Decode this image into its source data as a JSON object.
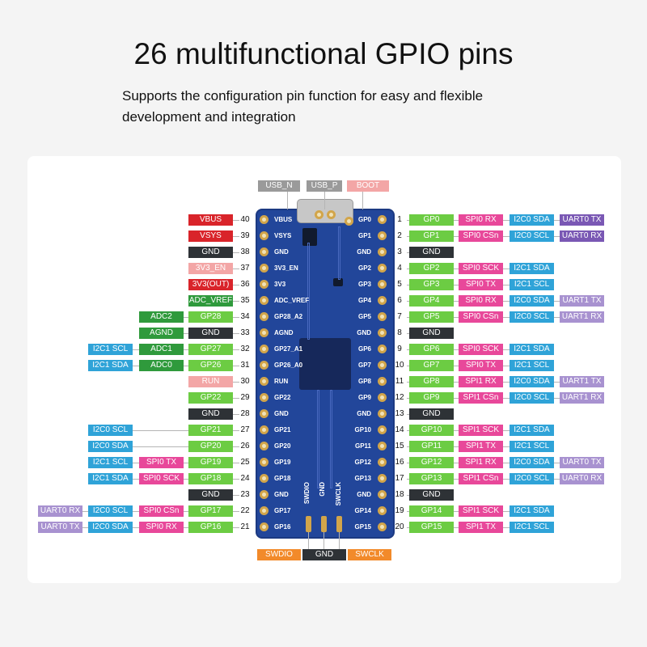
{
  "title": "26 multifunctional GPIO pins",
  "subtitle": "Supports the configuration pin function for easy and flexible development and integration",
  "colors": {
    "power": "#d9242a",
    "power_light": "#f3a6a6",
    "ground": "#2e3236",
    "gpio": "#6ccc43",
    "adc": "#2f9a3c",
    "spi": "#e8489a",
    "i2c": "#2fa3d8",
    "uart": "#7a58b4",
    "uart_light": "#a892d0",
    "debug": "#f28a2a",
    "usb": "#9a9a9a",
    "boot": "#f3a6a6"
  },
  "top_labels": [
    {
      "text": "USB_N",
      "color": "#9a9a9a"
    },
    {
      "text": "USB_P",
      "color": "#9a9a9a"
    },
    {
      "text": "BOOT",
      "color": "#f3a6a6"
    }
  ],
  "bottom_labels": [
    {
      "text": "SWDIO",
      "color": "#f28a2a"
    },
    {
      "text": "GND",
      "color": "#2e3236"
    },
    {
      "text": "SWCLK",
      "color": "#f28a2a"
    }
  ],
  "board_vertical_labels": [
    "SWDIO",
    "GND",
    "SWCLK"
  ],
  "left_pins": [
    {
      "num": "40",
      "silk": "VBUS",
      "tags": [
        {
          "text": "VBUS",
          "color": "#d9242a"
        }
      ]
    },
    {
      "num": "39",
      "silk": "VSYS",
      "tags": [
        {
          "text": "VSYS",
          "color": "#d9242a"
        }
      ]
    },
    {
      "num": "38",
      "silk": "GND",
      "tags": [
        {
          "text": "GND",
          "color": "#2e3236"
        }
      ]
    },
    {
      "num": "37",
      "silk": "3V3_EN",
      "tags": [
        {
          "text": "3V3_EN",
          "color": "#f3a6a6"
        }
      ]
    },
    {
      "num": "36",
      "silk": "3V3",
      "tags": [
        {
          "text": "3V3(OUT)",
          "color": "#d9242a"
        }
      ]
    },
    {
      "num": "35",
      "silk": "ADC_VREF",
      "tags": [
        {
          "text": "ADC_VREF",
          "color": "#2f9a3c"
        }
      ]
    },
    {
      "num": "34",
      "silk": "GP28_A2",
      "tags": [
        {
          "text": "GP28",
          "color": "#6ccc43"
        },
        {
          "text": "ADC2",
          "color": "#2f9a3c"
        }
      ]
    },
    {
      "num": "33",
      "silk": "AGND",
      "tags": [
        {
          "text": "GND",
          "color": "#2e3236"
        },
        {
          "text": "AGND",
          "color": "#2f9a3c"
        }
      ]
    },
    {
      "num": "32",
      "silk": "GP27_A1",
      "tags": [
        {
          "text": "GP27",
          "color": "#6ccc43"
        },
        {
          "text": "ADC1",
          "color": "#2f9a3c"
        },
        {
          "text": "I2C1 SCL",
          "color": "#2fa3d8"
        }
      ]
    },
    {
      "num": "31",
      "silk": "GP26_A0",
      "tags": [
        {
          "text": "GP26",
          "color": "#6ccc43"
        },
        {
          "text": "ADC0",
          "color": "#2f9a3c"
        },
        {
          "text": "I2C1 SDA",
          "color": "#2fa3d8"
        }
      ]
    },
    {
      "num": "30",
      "silk": "RUN",
      "tags": [
        {
          "text": "RUN",
          "color": "#f3a6a6"
        }
      ]
    },
    {
      "num": "29",
      "silk": "GP22",
      "tags": [
        {
          "text": "GP22",
          "color": "#6ccc43"
        }
      ]
    },
    {
      "num": "28",
      "silk": "GND",
      "tags": [
        {
          "text": "GND",
          "color": "#2e3236"
        }
      ]
    },
    {
      "num": "27",
      "silk": "GP21",
      "tags": [
        {
          "text": "GP21",
          "color": "#6ccc43"
        },
        {
          "text": "I2C0 SCL",
          "color": "#2fa3d8",
          "slot": 2
        }
      ]
    },
    {
      "num": "26",
      "silk": "GP20",
      "tags": [
        {
          "text": "GP20",
          "color": "#6ccc43"
        },
        {
          "text": "I2C0 SDA",
          "color": "#2fa3d8",
          "slot": 2
        }
      ]
    },
    {
      "num": "25",
      "silk": "GP19",
      "tags": [
        {
          "text": "GP19",
          "color": "#6ccc43"
        },
        {
          "text": "SPI0 TX",
          "color": "#e8489a"
        },
        {
          "text": "I2C1 SCL",
          "color": "#2fa3d8"
        }
      ]
    },
    {
      "num": "24",
      "silk": "GP18",
      "tags": [
        {
          "text": "GP18",
          "color": "#6ccc43"
        },
        {
          "text": "SPI0 SCK",
          "color": "#e8489a"
        },
        {
          "text": "I2C1 SDA",
          "color": "#2fa3d8"
        }
      ]
    },
    {
      "num": "23",
      "silk": "GND",
      "tags": [
        {
          "text": "GND",
          "color": "#2e3236"
        }
      ]
    },
    {
      "num": "22",
      "silk": "GP17",
      "tags": [
        {
          "text": "GP17",
          "color": "#6ccc43"
        },
        {
          "text": "SPI0 CSn",
          "color": "#e8489a"
        },
        {
          "text": "I2C0 SCL",
          "color": "#2fa3d8"
        },
        {
          "text": "UART0 RX",
          "color": "#a892d0"
        }
      ]
    },
    {
      "num": "21",
      "silk": "GP16",
      "tags": [
        {
          "text": "GP16",
          "color": "#6ccc43"
        },
        {
          "text": "SPI0 RX",
          "color": "#e8489a"
        },
        {
          "text": "I2C0 SDA",
          "color": "#2fa3d8"
        },
        {
          "text": "UART0 TX",
          "color": "#a892d0"
        }
      ]
    }
  ],
  "right_pins": [
    {
      "num": "1",
      "silk": "GP0",
      "tags": [
        {
          "text": "GP0",
          "color": "#6ccc43"
        },
        {
          "text": "SPI0 RX",
          "color": "#e8489a"
        },
        {
          "text": "I2C0 SDA",
          "color": "#2fa3d8"
        },
        {
          "text": "UART0 TX",
          "color": "#7a58b4"
        }
      ]
    },
    {
      "num": "2",
      "silk": "GP1",
      "tags": [
        {
          "text": "GP1",
          "color": "#6ccc43"
        },
        {
          "text": "SPI0 CSn",
          "color": "#e8489a"
        },
        {
          "text": "I2C0 SCL",
          "color": "#2fa3d8"
        },
        {
          "text": "UART0 RX",
          "color": "#7a58b4"
        }
      ]
    },
    {
      "num": "3",
      "silk": "GND",
      "tags": [
        {
          "text": "GND",
          "color": "#2e3236"
        }
      ]
    },
    {
      "num": "4",
      "silk": "GP2",
      "tags": [
        {
          "text": "GP2",
          "color": "#6ccc43"
        },
        {
          "text": "SPI0 SCK",
          "color": "#e8489a"
        },
        {
          "text": "I2C1 SDA",
          "color": "#2fa3d8"
        }
      ]
    },
    {
      "num": "5",
      "silk": "GP3",
      "tags": [
        {
          "text": "GP3",
          "color": "#6ccc43"
        },
        {
          "text": "SPI0 TX",
          "color": "#e8489a"
        },
        {
          "text": "I2C1 SCL",
          "color": "#2fa3d8"
        }
      ]
    },
    {
      "num": "6",
      "silk": "GP4",
      "tags": [
        {
          "text": "GP4",
          "color": "#6ccc43"
        },
        {
          "text": "SPI0 RX",
          "color": "#e8489a"
        },
        {
          "text": "I2C0 SDA",
          "color": "#2fa3d8"
        },
        {
          "text": "UART1 TX",
          "color": "#a892d0"
        }
      ]
    },
    {
      "num": "7",
      "silk": "GP5",
      "tags": [
        {
          "text": "GP5",
          "color": "#6ccc43"
        },
        {
          "text": "SPI0 CSn",
          "color": "#e8489a"
        },
        {
          "text": "I2C0 SCL",
          "color": "#2fa3d8"
        },
        {
          "text": "UART1 RX",
          "color": "#a892d0"
        }
      ]
    },
    {
      "num": "8",
      "silk": "GND",
      "tags": [
        {
          "text": "GND",
          "color": "#2e3236"
        }
      ]
    },
    {
      "num": "9",
      "silk": "GP6",
      "tags": [
        {
          "text": "GP6",
          "color": "#6ccc43"
        },
        {
          "text": "SPI0 SCK",
          "color": "#e8489a"
        },
        {
          "text": "I2C1 SDA",
          "color": "#2fa3d8"
        }
      ]
    },
    {
      "num": "10",
      "silk": "GP7",
      "tags": [
        {
          "text": "GP7",
          "color": "#6ccc43"
        },
        {
          "text": "SPI0 TX",
          "color": "#e8489a"
        },
        {
          "text": "I2C1 SCL",
          "color": "#2fa3d8"
        }
      ]
    },
    {
      "num": "11",
      "silk": "GP8",
      "tags": [
        {
          "text": "GP8",
          "color": "#6ccc43"
        },
        {
          "text": "SPI1 RX",
          "color": "#e8489a"
        },
        {
          "text": "I2C0 SDA",
          "color": "#2fa3d8"
        },
        {
          "text": "UART1 TX",
          "color": "#a892d0"
        }
      ]
    },
    {
      "num": "12",
      "silk": "GP9",
      "tags": [
        {
          "text": "GP9",
          "color": "#6ccc43"
        },
        {
          "text": "SPI1 CSn",
          "color": "#e8489a"
        },
        {
          "text": "I2C0 SCL",
          "color": "#2fa3d8"
        },
        {
          "text": "UART1 RX",
          "color": "#a892d0"
        }
      ]
    },
    {
      "num": "13",
      "silk": "GND",
      "tags": [
        {
          "text": "GND",
          "color": "#2e3236"
        }
      ]
    },
    {
      "num": "14",
      "silk": "GP10",
      "tags": [
        {
          "text": "GP10",
          "color": "#6ccc43"
        },
        {
          "text": "SPI1 SCK",
          "color": "#e8489a"
        },
        {
          "text": "I2C1 SDA",
          "color": "#2fa3d8"
        }
      ]
    },
    {
      "num": "15",
      "silk": "GP11",
      "tags": [
        {
          "text": "GP11",
          "color": "#6ccc43"
        },
        {
          "text": "SPI1 TX",
          "color": "#e8489a"
        },
        {
          "text": "I2C1 SCL",
          "color": "#2fa3d8"
        }
      ]
    },
    {
      "num": "16",
      "silk": "GP12",
      "tags": [
        {
          "text": "GP12",
          "color": "#6ccc43"
        },
        {
          "text": "SPI1 RX",
          "color": "#e8489a"
        },
        {
          "text": "I2C0 SDA",
          "color": "#2fa3d8"
        },
        {
          "text": "UART0 TX",
          "color": "#a892d0"
        }
      ]
    },
    {
      "num": "17",
      "silk": "GP13",
      "tags": [
        {
          "text": "GP13",
          "color": "#6ccc43"
        },
        {
          "text": "SPI1 CSn",
          "color": "#e8489a"
        },
        {
          "text": "I2C0 SCL",
          "color": "#2fa3d8"
        },
        {
          "text": "UART0 RX",
          "color": "#a892d0"
        }
      ]
    },
    {
      "num": "18",
      "silk": "GND",
      "tags": [
        {
          "text": "GND",
          "color": "#2e3236"
        }
      ]
    },
    {
      "num": "19",
      "silk": "GP14",
      "tags": [
        {
          "text": "GP14",
          "color": "#6ccc43"
        },
        {
          "text": "SPI1 SCK",
          "color": "#e8489a"
        },
        {
          "text": "I2C1 SDA",
          "color": "#2fa3d8"
        }
      ]
    },
    {
      "num": "20",
      "silk": "GP15",
      "tags": [
        {
          "text": "GP15",
          "color": "#6ccc43"
        },
        {
          "text": "SPI1 TX",
          "color": "#e8489a"
        },
        {
          "text": "I2C1 SCL",
          "color": "#2fa3d8"
        }
      ]
    }
  ]
}
